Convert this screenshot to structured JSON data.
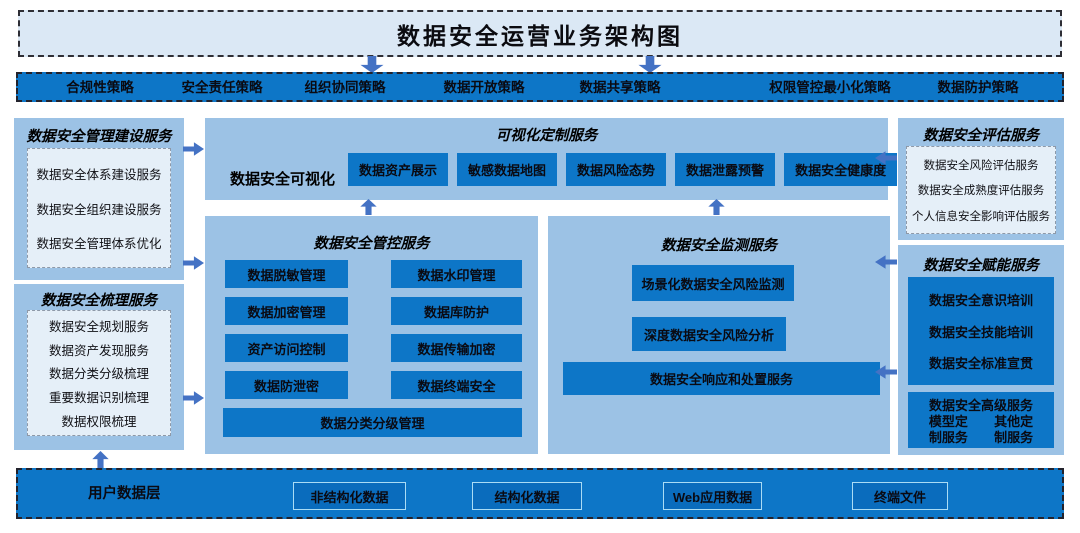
{
  "diagram_title": "数据安全运营业务架构图",
  "policy_bar": {
    "items": [
      "合规性策略",
      "安全责任策略",
      "组织协同策略",
      "数据开放策略",
      "数据共享策略",
      "权限管控最小化策略",
      "数据防护策略"
    ]
  },
  "left_column": {
    "management_box": {
      "title": "数据安全管理建设服务",
      "items": [
        "数据安全体系建设服务",
        "数据安全组织建设服务",
        "数据安全管理体系优化"
      ]
    },
    "combing_box": {
      "title": "数据安全梳理服务",
      "items": [
        "数据安全规划服务",
        "数据资产发现服务",
        "数据分类分级梳理",
        "重要数据识别梳理",
        "数据权限梳理"
      ]
    }
  },
  "center": {
    "visualization_box": {
      "title": "可视化定制服务",
      "label": "数据安全可视化",
      "buttons": [
        "数据资产展示",
        "敏感数据地图",
        "数据风险态势",
        "数据泄露预警",
        "数据安全健康度"
      ]
    },
    "control_box": {
      "title": "数据安全管控服务",
      "left_buttons": [
        "数据脱敏管理",
        "数据加密管理",
        "资产访问控制",
        "数据防泄密"
      ],
      "right_buttons": [
        "数据水印管理",
        "数据库防护",
        "数据传输加密",
        "数据终端安全"
      ],
      "bottom_button": "数据分类分级管理"
    },
    "monitoring_box": {
      "title": "数据安全监测服务",
      "buttons": [
        "场景化数据安全风险监测",
        "深度数据安全风险分析",
        "数据安全响应和处置服务"
      ]
    }
  },
  "right_column": {
    "assessment_box": {
      "title": "数据安全评估服务",
      "items": [
        "数据安全风险评估服务",
        "数据安全成熟度评估服务",
        "个人信息安全影响评估服务"
      ]
    },
    "enablement_box": {
      "title": "数据安全赋能服务",
      "items": [
        "数据安全意识培训",
        "数据安全技能培训",
        "数据安全标准宣贯"
      ],
      "advanced_box": {
        "title": "数据安全高级服务",
        "items": [
          "模型定制服务",
          "其他定制服务"
        ]
      }
    }
  },
  "bottom_bar": {
    "label": "用户数据层",
    "buttons": [
      "非结构化数据",
      "结构化数据",
      "Web应用数据",
      "终端文件"
    ]
  },
  "colors": {
    "strong_blue": "#0d76c7",
    "container_blue": "#9cc2e5",
    "title_light_blue": "#dbe8f5",
    "inner_light_blue": "#e5eff8",
    "arrow_blue": "#4472c4",
    "bottom_button_blue": "#0a6cbd"
  }
}
